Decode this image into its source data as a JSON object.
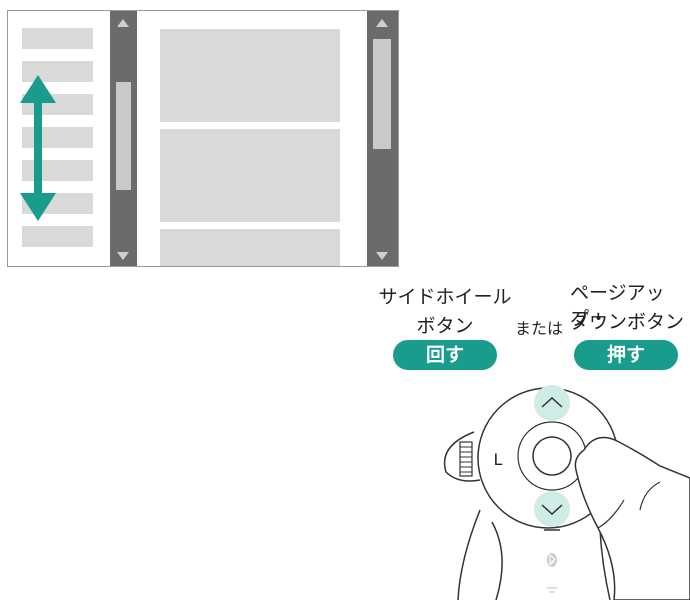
{
  "colors": {
    "accent": "#1a9c8c",
    "scrollbar": "#6b6b6b",
    "content": "#d9d9d9",
    "button_highlight": "#cfece6"
  },
  "left_option": {
    "line1": "サイドホイール",
    "line2": "ボタン",
    "action": "回す"
  },
  "connector": "または",
  "right_option": {
    "line1": "ページアップ・",
    "line2": "ダウンボタン",
    "action": "押す"
  },
  "device": {
    "side_label": "L",
    "bluetooth_icon": "bluetooth-icon",
    "up_icon": "chevron-up-icon",
    "down_icon": "chevron-down-icon"
  }
}
